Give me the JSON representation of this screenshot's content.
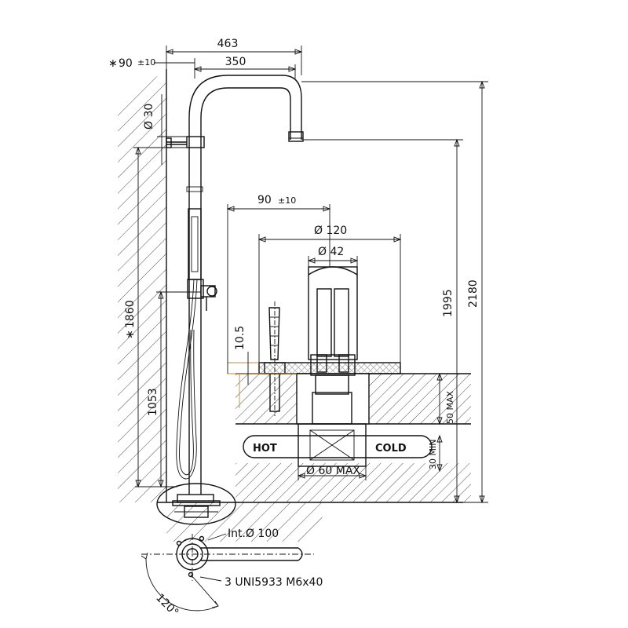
{
  "dimensions": {
    "d463": "463",
    "d90_wall_prefix": "∗",
    "d90_wall": "90",
    "d90_wall_tol": "±10",
    "d350": "350",
    "d30": "Ø 30",
    "d1860_prefix": "∗",
    "d1860": "1860",
    "d1053": "1053",
    "d90_detail": "90",
    "d90_detail_tol": "±10",
    "d120": "Ø 120",
    "d42": "Ø 42",
    "d10_5": "10.5",
    "d1995": "1995",
    "d2180": "2180",
    "d50max": "50 MAX",
    "d30min": "30 MIN",
    "d60max": "Ø 60 MAX",
    "int100": "Int.Ø 100",
    "screws": "3  UNI5933  M6x40",
    "angle": "120°"
  },
  "labels": {
    "hot": "HOT",
    "cold": "COLD"
  }
}
